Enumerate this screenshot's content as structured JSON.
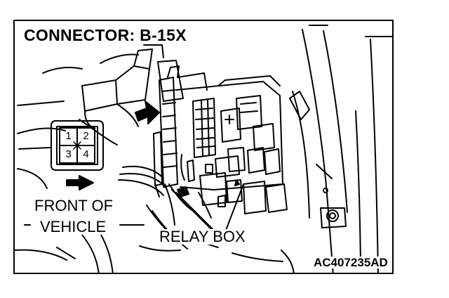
{
  "labels": {
    "connector": "CONNECTOR: B-15X",
    "front_line1": "FRONT OF",
    "front_line2": "VEHICLE",
    "relay_box": "RELAY BOX",
    "figure_code": "AC407235AD"
  },
  "connector_pins": [
    "1",
    "2",
    "3",
    "4"
  ],
  "colors": {
    "ink": "#000000",
    "background": "#ffffff"
  }
}
